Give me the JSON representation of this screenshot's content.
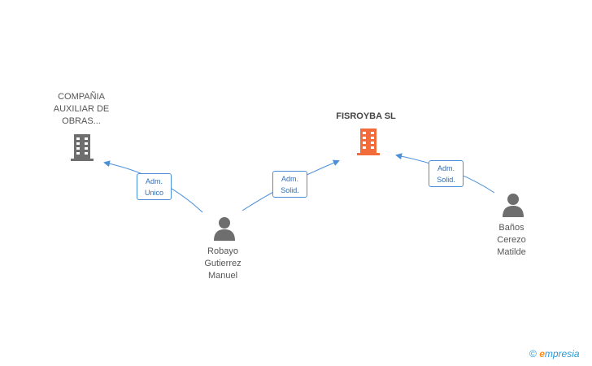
{
  "nodes": {
    "company_1": {
      "lines": [
        "COMPAÑIA",
        "AUXILIAR DE",
        "OBRAS..."
      ]
    },
    "company_main": {
      "lines": [
        "FISROYBA SL"
      ]
    },
    "person_1": {
      "lines": [
        "Robayo",
        "Gutierrez",
        "Manuel"
      ]
    },
    "person_2": {
      "lines": [
        "Baños",
        "Cerezo",
        "Matilde"
      ]
    }
  },
  "edges": [
    {
      "from": "Robayo Gutierrez Manuel",
      "to": "COMPAÑIA AUXILIAR DE OBRAS...",
      "lines": [
        "Adm.",
        "Unico"
      ]
    },
    {
      "from": "Robayo Gutierrez Manuel",
      "to": "FISROYBA SL",
      "lines": [
        "Adm.",
        "Solid."
      ]
    },
    {
      "from": "Baños Cerezo Matilde",
      "to": "FISROYBA SL",
      "lines": [
        "Adm.",
        "Solid."
      ]
    }
  ],
  "colors": {
    "main_company": "#f26b3a",
    "company": "#6e6e6e",
    "person": "#6e6e6e",
    "edge": "#4a90d9",
    "brand": "#2a9bd6",
    "brand_accent": "#ff8c1a"
  },
  "icons": {
    "company": "building-icon",
    "person": "person-icon"
  },
  "footer": {
    "copyright": "©",
    "brand_initial": "e",
    "brand_rest": "mpresia"
  }
}
